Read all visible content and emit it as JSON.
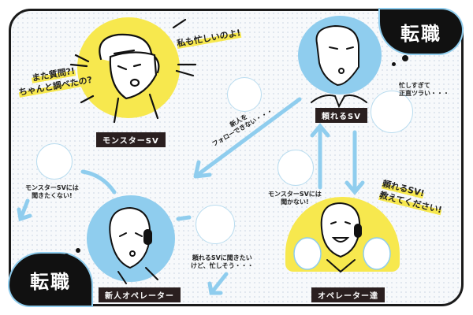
{
  "colors": {
    "blue": "#8fcdee",
    "yellow": "#f7e84e",
    "dark": "#2a1f1f"
  },
  "corner_badges": {
    "top_right": "転職",
    "bottom_left": "転職"
  },
  "characters": {
    "monster_sv": {
      "label": "モンスターSV",
      "speech_left": "また質問?!\nちゃんと調べたの?",
      "speech_right": "私も忙しいのよ!"
    },
    "reliable_sv": {
      "label": "頼れるSV",
      "thought": "忙しすぎて\n正直ツラい・・・"
    },
    "new_operator": {
      "label": "新人オペレーター"
    },
    "operators": {
      "label": "オペレーター達",
      "speech": "頼れるSV!\n教えてください!"
    }
  },
  "flow_notes": {
    "cannot_follow": "新人を\nフォローできない・・・",
    "dont_want_ask_monster": "モンスターSVには\n聞きたくない!",
    "want_ask_reliable": "頼れるSVに聞きたい\nけど、忙しそう・・・",
    "wont_ask_monster": "モンスターSVには\n聞かない!"
  }
}
